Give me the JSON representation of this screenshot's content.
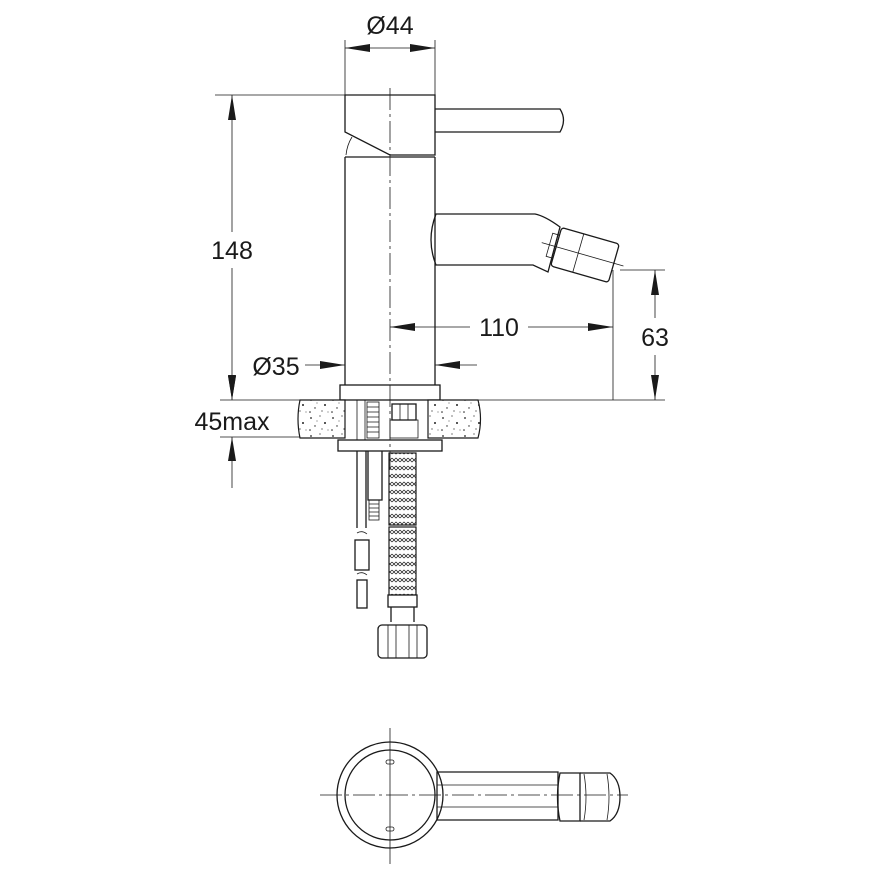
{
  "drawing": {
    "dimensions": {
      "spout_body_diameter": "Ø44",
      "total_height": "148",
      "spout_reach": "110",
      "spout_height": "63",
      "base_diameter": "Ø35",
      "counter_thickness": "45max"
    },
    "views": [
      "side-elevation",
      "top-plan"
    ],
    "line_color": "#1a1a1a"
  }
}
